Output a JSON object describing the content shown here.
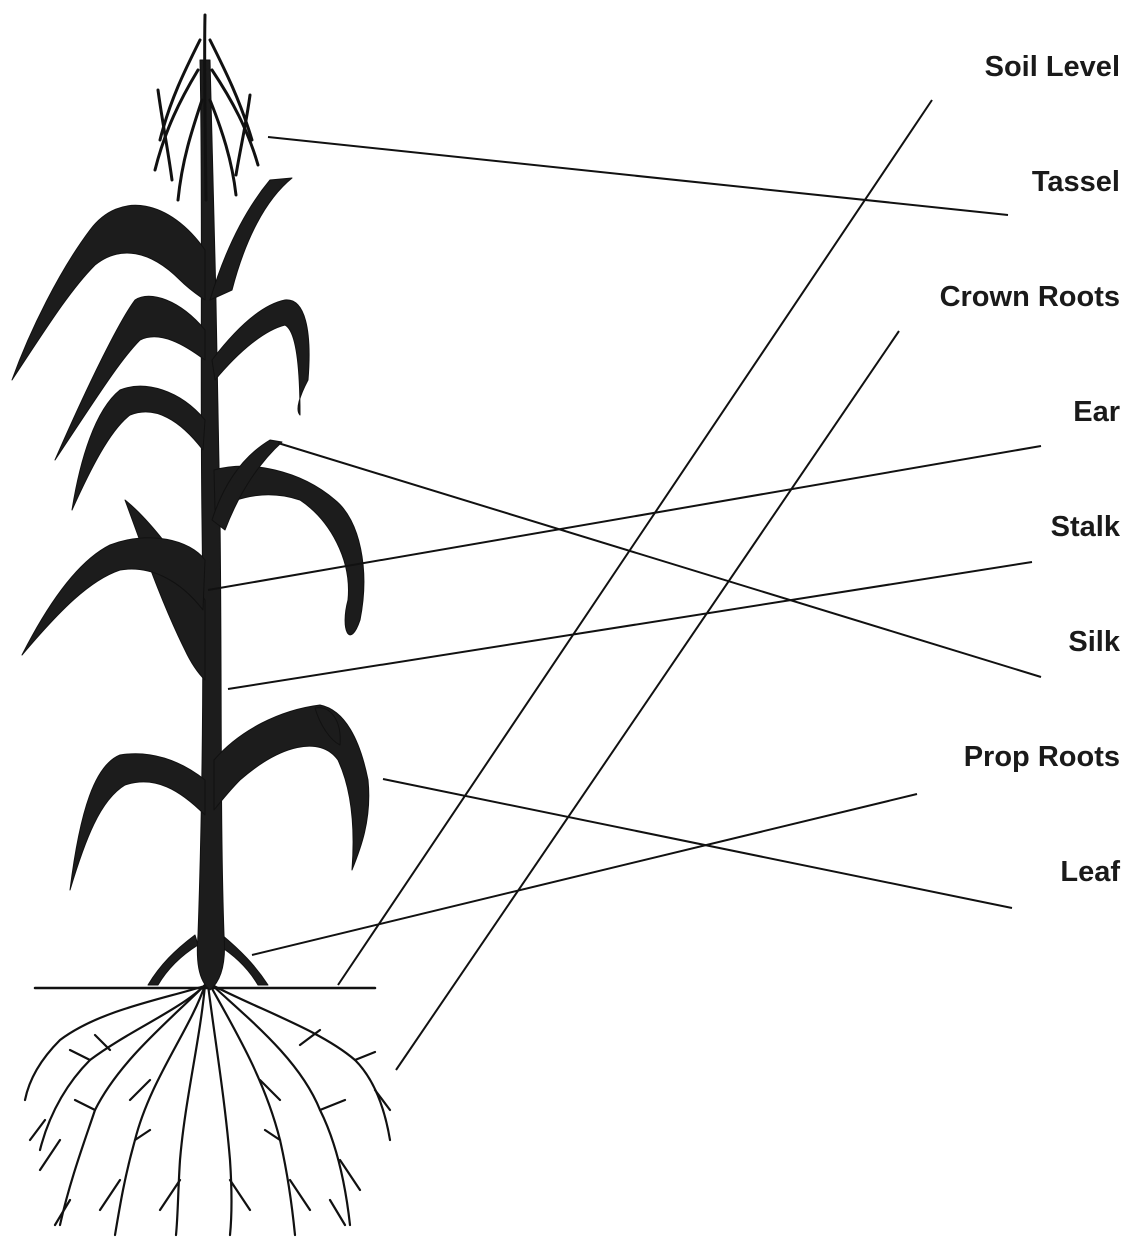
{
  "diagram": {
    "labels": [
      "Soil Level",
      "Tassel",
      "Crown Roots",
      "Ear",
      "Stalk",
      "Silk",
      "Prop Roots",
      "Leaf"
    ]
  },
  "colors": {
    "ink": "#111111",
    "background": "#ffffff"
  }
}
